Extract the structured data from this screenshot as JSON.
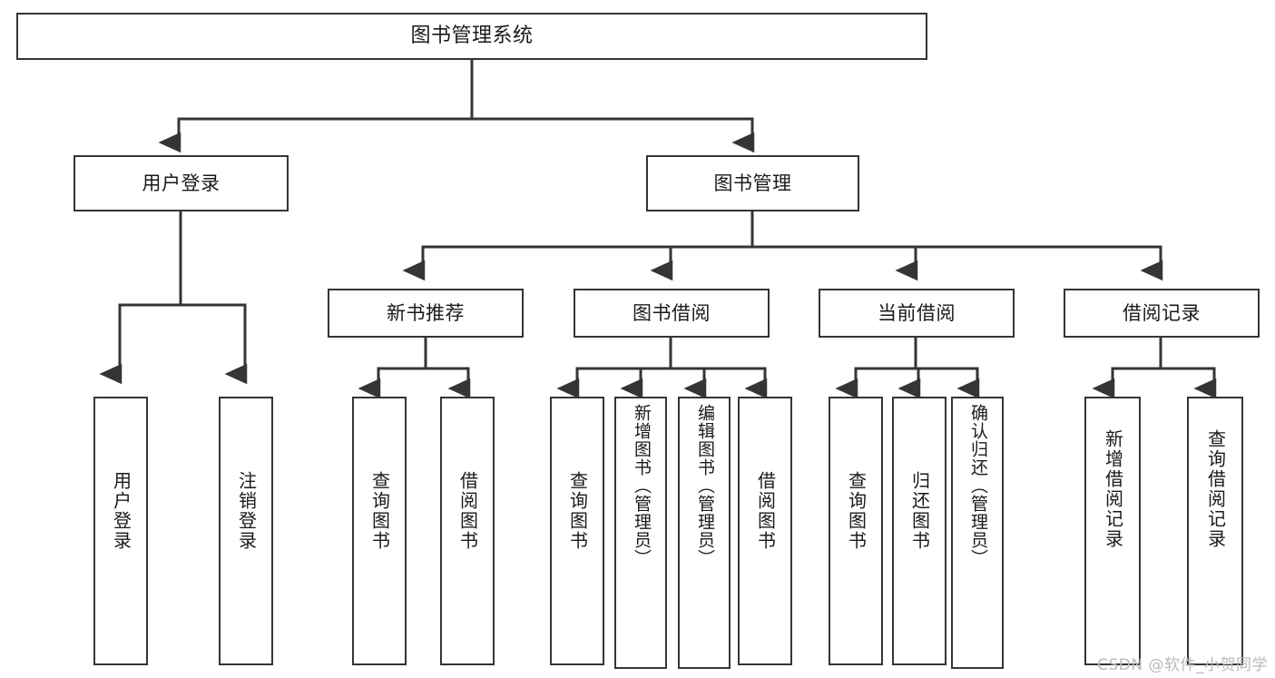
{
  "diagram": {
    "title": "图书管理系统",
    "type": "tree-hierarchy-structure-chart",
    "stroke_color": "#353535",
    "text_color": "#1a1a1a",
    "background_color": "#ffffff",
    "watermark": "CSDN @软件_小贺同学",
    "watermark_color": "#b9b9b9"
  },
  "nodes": {
    "root": {
      "label": "图书管理系统"
    },
    "level1": [
      {
        "id": "user-login",
        "label": "用户登录"
      },
      {
        "id": "book-management",
        "label": "图书管理"
      }
    ],
    "level2": [
      {
        "id": "new-book-recommend",
        "label": "新书推荐"
      },
      {
        "id": "book-borrow",
        "label": "图书借阅"
      },
      {
        "id": "current-borrow",
        "label": "当前借阅"
      },
      {
        "id": "borrow-record",
        "label": "借阅记录"
      }
    ],
    "leaves": {
      "user_login": [
        {
          "id": "leaf-user-login",
          "label": "用户登录"
        },
        {
          "id": "leaf-logout-login",
          "label": "注销登录"
        }
      ],
      "new_book_recommend": [
        {
          "id": "leaf-query-book-1",
          "label": "查询图书"
        },
        {
          "id": "leaf-borrow-book-1",
          "label": "借阅图书"
        }
      ],
      "book_borrow": [
        {
          "id": "leaf-query-book-2",
          "label": "查询图书"
        },
        {
          "id": "leaf-add-book",
          "label": "新增图书（管理员）"
        },
        {
          "id": "leaf-edit-book",
          "label": "编辑图书（管理员）"
        },
        {
          "id": "leaf-borrow-book-2",
          "label": "借阅图书"
        }
      ],
      "current_borrow": [
        {
          "id": "leaf-query-book-3",
          "label": "查询图书"
        },
        {
          "id": "leaf-return-book",
          "label": "归还图书"
        },
        {
          "id": "leaf-confirm-return",
          "label": "确认归还（管理员）"
        }
      ],
      "borrow_record": [
        {
          "id": "leaf-add-record",
          "label": "新增借阅记录"
        },
        {
          "id": "leaf-query-record",
          "label": "查询借阅记录"
        }
      ]
    }
  }
}
